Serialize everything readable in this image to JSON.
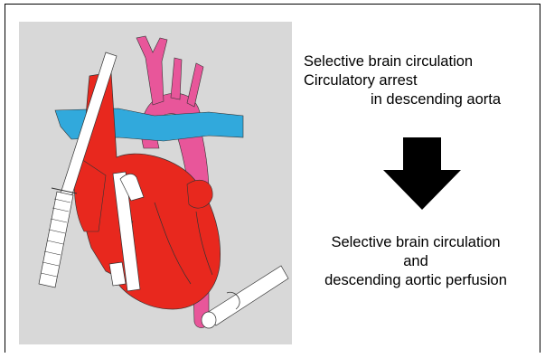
{
  "status_before": {
    "lines": [
      "Selective brain circulation",
      "Circulatory arrest",
      "in descending aorta"
    ]
  },
  "status_after": {
    "lines": [
      "Selective brain circulation",
      "and",
      "descending aortic perfusion"
    ]
  },
  "colors": {
    "background_panel": "#d8d8d8",
    "arterial_red": "#e8281e",
    "aorta_pink": "#e8569a",
    "vein_blue": "#31a9dc",
    "cannula_white": "#ffffff",
    "arrow_black": "#000000"
  }
}
